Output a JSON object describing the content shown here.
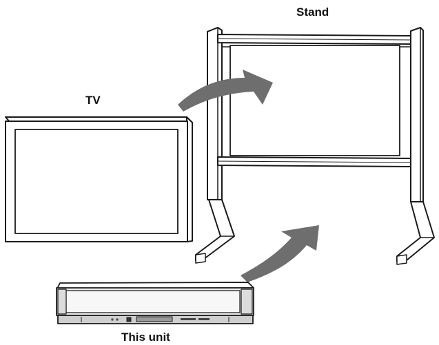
{
  "labels": {
    "stand": "Stand",
    "tv": "TV",
    "unit": "This unit"
  },
  "colors": {
    "stroke": "#1a1a1a",
    "fill": "#ffffff",
    "arrow": "#6e6e6e",
    "unit_front": "#eeeeee",
    "unit_base": "#cfcfcf"
  },
  "icons": [
    "tv-illustration",
    "stand-illustration",
    "soundbar-illustration",
    "curved-arrow-icon"
  ]
}
